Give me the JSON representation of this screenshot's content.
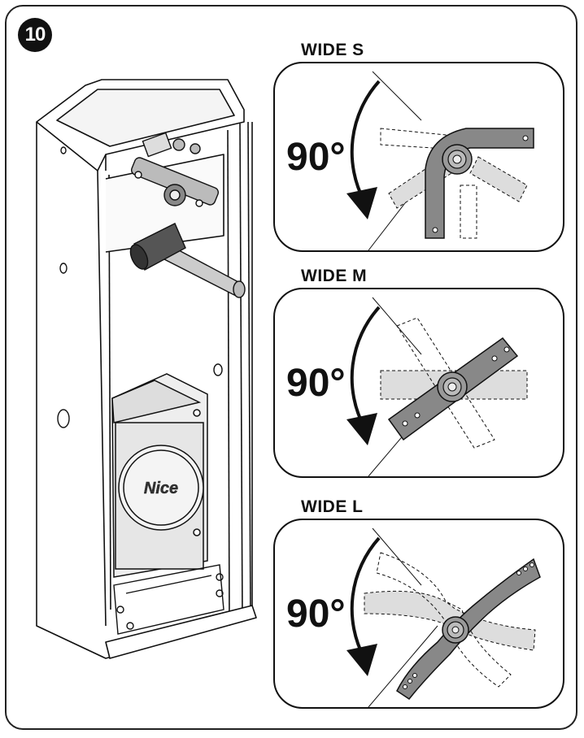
{
  "figure": {
    "step_number": "10",
    "panels": [
      {
        "title": "WIDE S",
        "angle": "90°"
      },
      {
        "title": "WIDE M",
        "angle": "90°"
      },
      {
        "title": "WIDE L",
        "angle": "90°"
      }
    ],
    "brand_logo_text": "Nice"
  }
}
